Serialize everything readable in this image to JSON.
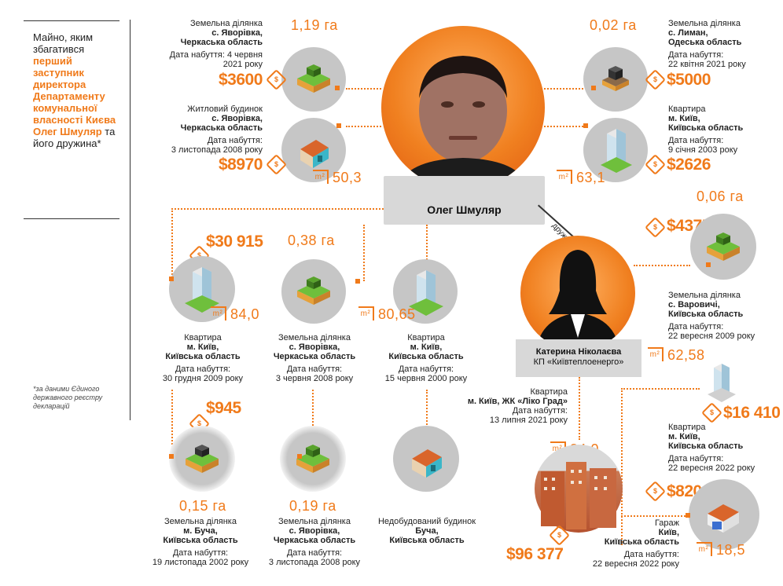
{
  "intro": {
    "line1": "Майно, яким збагатився",
    "highlight": "перший заступник директора Департаменту комунальної власності Києва Олег Шмуляр",
    "line2": "та його дружина*"
  },
  "footnote": "*за даними Єдиного державного реєстру декларацій",
  "persons": {
    "main": "Олег Шмуляр",
    "wife": "Катерина Ніколаєва",
    "wife_org": "КП «Київтеплоенерго»",
    "relation": "дружина"
  },
  "assets": {
    "a1": {
      "type": "Земельна ділянка",
      "loc1": "с. Яворівка,",
      "loc2": "Черкаська область",
      "date_label": "Дата набуття: 4 червня",
      "date": "2021 року",
      "price": "$3600",
      "size": "1,19 га"
    },
    "a2": {
      "type": "Житловий будинок",
      "loc1": "с. Яворівка,",
      "loc2": "Черкаська область",
      "date_label": "Дата набуття:",
      "date": "3 листопада 2008 року",
      "price": "$8970",
      "size": "50,3"
    },
    "a3": {
      "type": "Земельна ділянка",
      "loc1": "с. Лиман,",
      "loc2": "Одеська область",
      "date_label": "Дата набуття:",
      "date": "22 квітня 2021 року",
      "price": "$5000",
      "size": "0,02 га"
    },
    "a4": {
      "type": "Квартира",
      "loc1": "м. Київ,",
      "loc2": "Київська область",
      "date_label": "Дата набуття:",
      "date": "9 січня 2003 року",
      "price": "$2626",
      "size": "63,1"
    },
    "a5": {
      "type": "Квартира",
      "loc1": "м. Київ,",
      "loc2": "Київська область",
      "date_label": "Дата набуття:",
      "date": "30 грудня 2009 року",
      "price": "$30 915",
      "size": "84,0"
    },
    "a6": {
      "type": "Земельна ділянка",
      "loc1": "с. Яворівка,",
      "loc2": "Черкаська область",
      "date_label": "Дата набуття:",
      "date": "3 червня 2008 року",
      "size": "0,38 га"
    },
    "a7": {
      "type": "Квартира",
      "loc1": "м. Київ,",
      "loc2": "Київська область",
      "date_label": "Дата набуття:",
      "date": "15 червня 2000 року",
      "size": "80,65"
    },
    "a8": {
      "type": "Земельна ділянка",
      "loc1": "м. Буча,",
      "loc2": "Київська область",
      "date_label": "Дата набуття:",
      "date": "19 листопада 2002 року",
      "price": "$945",
      "size": "0,15 га"
    },
    "a9": {
      "type": "Земельна ділянка",
      "loc1": "с. Яворівка,",
      "loc2": "Черкаська область",
      "date_label": "Дата набуття:",
      "date": "3 листопада 2008 року",
      "size": "0,19 га"
    },
    "a10": {
      "type": "Недобудований будинок",
      "loc1": "Буча,",
      "loc2": "Київська область"
    },
    "w1": {
      "type": "Земельна ділянка",
      "loc1": "с. Варовичі,",
      "loc2": "Київська область",
      "date_label": "Дата набуття:",
      "date": "22 вересня 2009 року",
      "price": "$4375",
      "size": "0,06 га"
    },
    "w2": {
      "type": "Квартира",
      "loc1": "м. Київ,",
      "loc2": "Київська область",
      "date_label": "Дата набуття:",
      "date": "22 вересня 2022 року",
      "price": "$16 410",
      "size": "62,58"
    },
    "w3": {
      "type": "Квартира",
      "loc1": "м. Київ, ЖК «Ліко Град»",
      "date_label": "Дата набуття:",
      "date": "13 липня 2021 року",
      "price": "$96 377",
      "size": "84,0"
    },
    "w4": {
      "type": "Гараж",
      "loc1": "Київ,",
      "loc2": "Київська область",
      "date_label": "Дата набуття:",
      "date": "22 вересня 2022 року",
      "price": "$8200",
      "size": "18,5"
    }
  },
  "icons": {
    "price_tag": "price-tag-icon",
    "area": "square-meter-icon",
    "land": "land-plot-icon",
    "house": "house-icon",
    "apartment": "apartment-building-icon",
    "garage": "garage-icon"
  },
  "m2_label": "m²",
  "tag_symbol": "$",
  "colors": {
    "accent": "#f07a1a",
    "circle": "#c6c6c6",
    "namebox": "#d8d8d8"
  }
}
